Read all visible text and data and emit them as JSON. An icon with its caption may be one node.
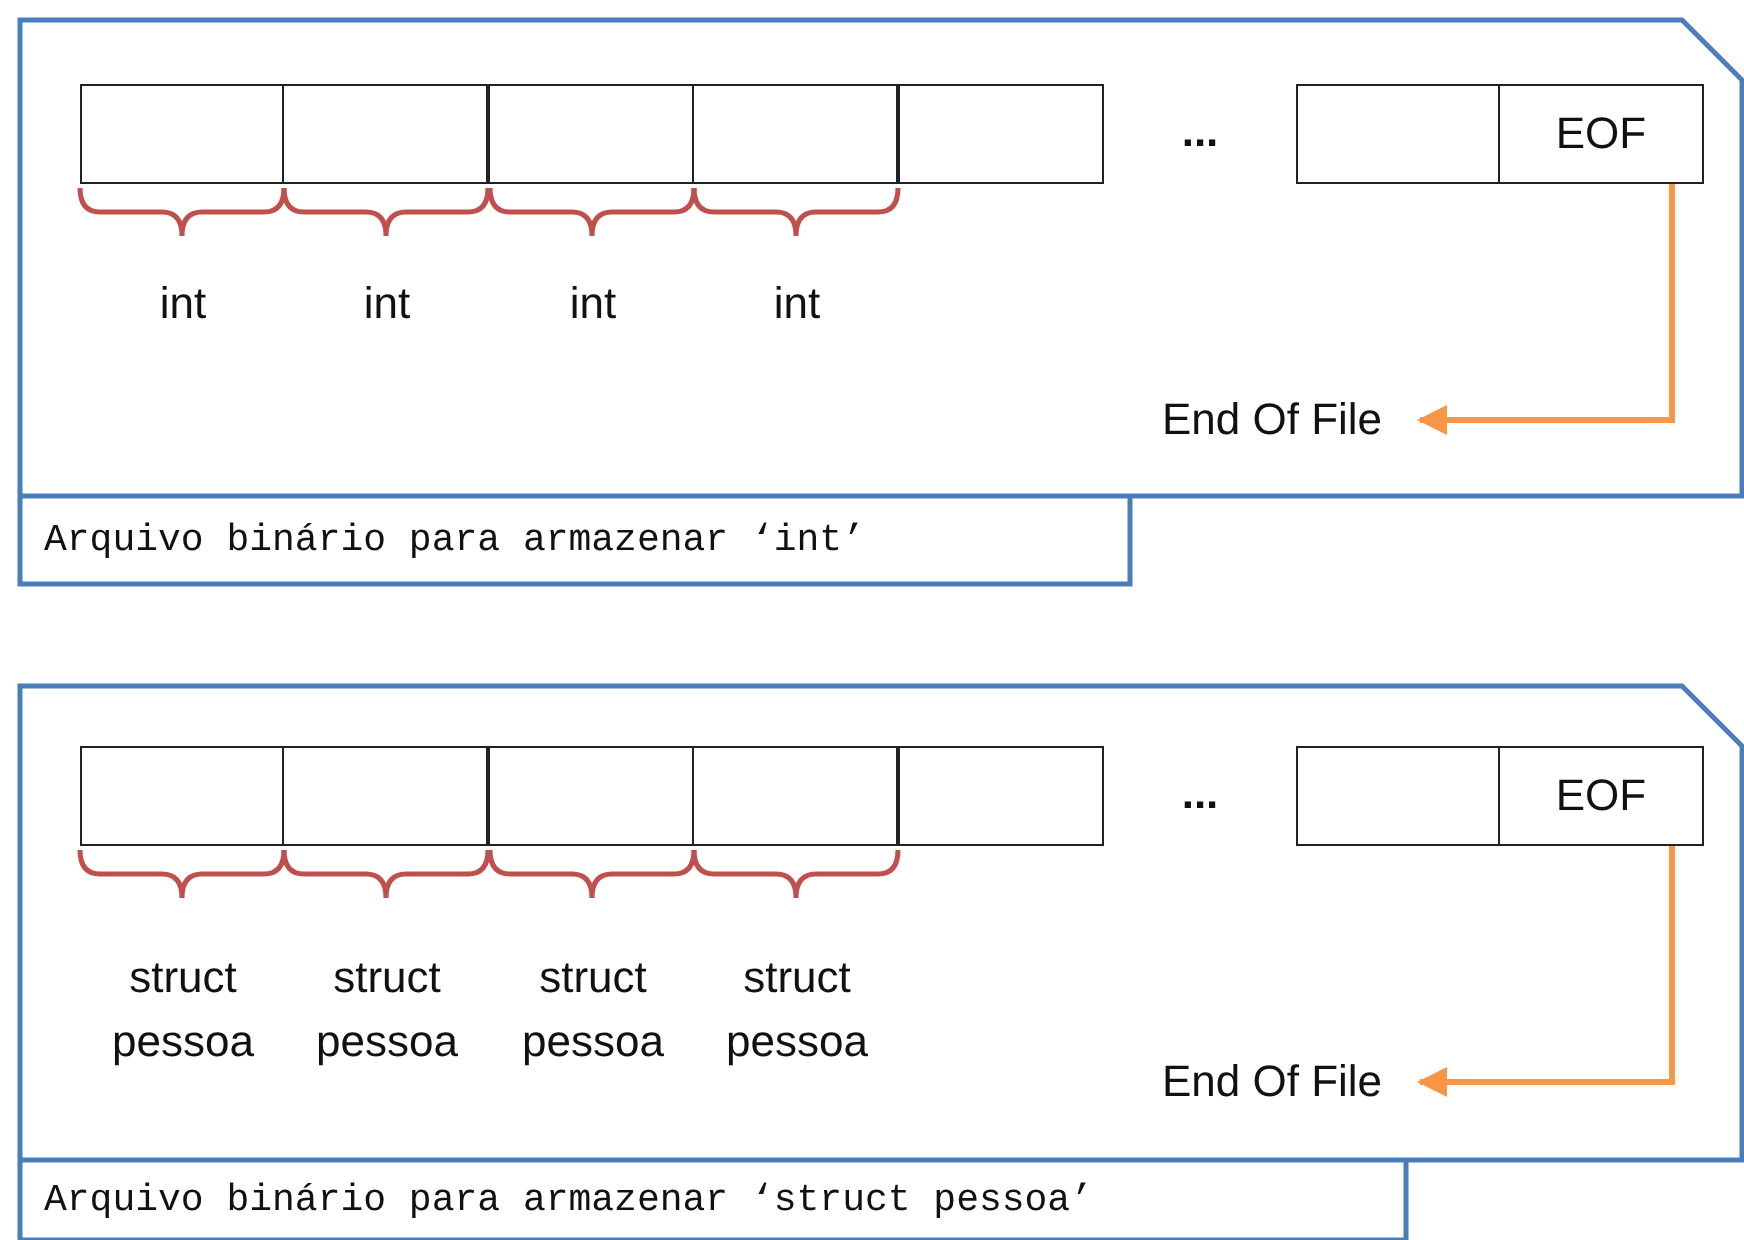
{
  "diagram": {
    "nodes": [
      {
        "text": [
          "Arquivo binário para armazenar ‘int’"
        ]
      },
      {
        "text": [],
        "shape": "box",
        "in": 0
      },
      {
        "text": [],
        "shape": "box",
        "in": 0
      },
      {
        "text": [],
        "shape": "box",
        "in": 0
      },
      {
        "text": [],
        "shape": "box",
        "in": 0
      },
      {
        "text": [],
        "shape": "box",
        "in": 0
      },
      {
        "text": [],
        "shape": "box",
        "in": 0
      },
      {
        "text": [
          "EOF"
        ],
        "in": 0
      },
      {
        "text": [
          "End Of File"
        ],
        "in": 0
      },
      {
        "text": [
          "Arquivo binário para armazenar ‘struct pessoa’"
        ]
      },
      {
        "text": [],
        "shape": "box",
        "in": 9
      },
      {
        "text": [],
        "shape": "box",
        "in": 9
      },
      {
        "text": [],
        "shape": "box",
        "in": 9
      },
      {
        "text": [],
        "shape": "box",
        "in": 9
      },
      {
        "text": [],
        "shape": "box",
        "in": 9
      },
      {
        "text": [],
        "shape": "box",
        "in": 9
      },
      {
        "text": [
          "EOF"
        ],
        "in": 9
      },
      {
        "text": [
          "End Of File"
        ],
        "in": 9
      }
    ],
    "edges": [
      {
        "from": 7,
        "to": 8,
        "arrow": "to"
      },
      {
        "from": 16,
        "to": 17,
        "arrow": "to"
      }
    ],
    "labels": [
      "...",
      "int",
      "int",
      "int",
      "int",
      "...",
      "struct pessoa",
      "struct pessoa",
      "struct pessoa",
      "struct pessoa"
    ]
  }
}
